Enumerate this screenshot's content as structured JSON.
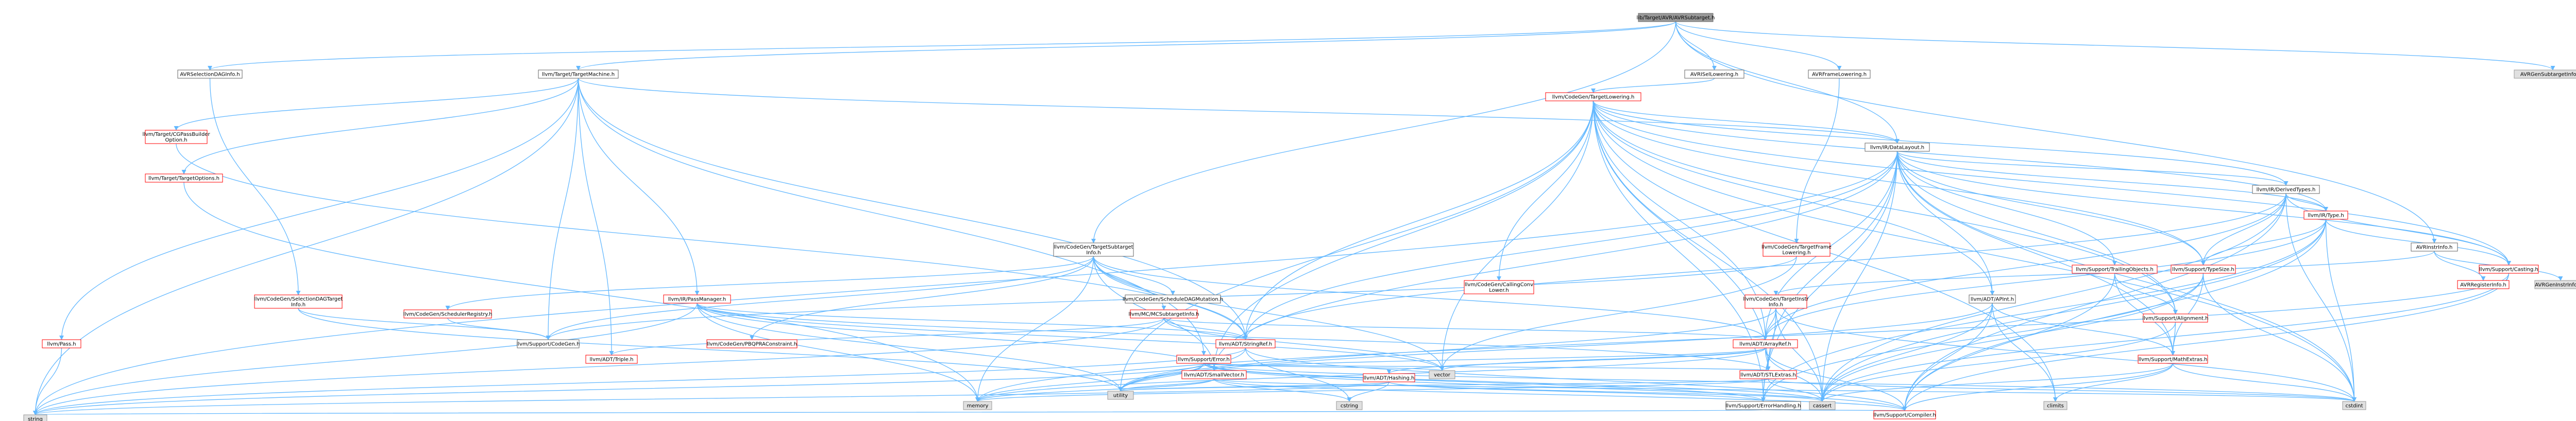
{
  "graph": {
    "nodes": [
      {
        "id": "root",
        "label": "lib/Target/AVR/AVRSubtarget.h",
        "style": "root"
      },
      {
        "id": "seldag",
        "label": "AVRSelectionDAGInfo.h",
        "style": "blk"
      },
      {
        "id": "tm",
        "label": "llvm/Target/TargetMachine.h",
        "style": "blk"
      },
      {
        "id": "isel",
        "label": "AVRISelLowering.h",
        "style": "blk"
      },
      {
        "id": "frame",
        "label": "AVRFrameLowering.h",
        "style": "blk"
      },
      {
        "id": "genst",
        "label": "AVRGenSubtargetInfo.inc",
        "style": "std"
      },
      {
        "id": "cgtl",
        "label": "llvm/CodeGen/TargetLowering.h",
        "style": "red"
      },
      {
        "id": "dl",
        "label": "llvm/IR/DataLayout.h",
        "style": "blk"
      },
      {
        "id": "tsi",
        "label": "llvm/CodeGen/TargetSubtarget\nInfo.h",
        "style": "blk"
      },
      {
        "id": "instr",
        "label": "AVRInstrInfo.h",
        "style": "blk"
      },
      {
        "id": "cgpb",
        "label": "llvm/Target/CGPassBuilder\nOption.h",
        "style": "red"
      },
      {
        "id": "tgopt",
        "label": "llvm/Target/TargetOptions.h",
        "style": "red"
      },
      {
        "id": "sdtgt",
        "label": "llvm/CodeGen/SelectionDAGTarget\nInfo.h",
        "style": "red"
      },
      {
        "id": "pass",
        "label": "llvm/Pass.h",
        "style": "red"
      },
      {
        "id": "irpm",
        "label": "llvm/IR/PassManager.h",
        "style": "red"
      },
      {
        "id": "pbqp",
        "label": "llvm/CodeGen/PBQPRAConstraint.h",
        "style": "red"
      },
      {
        "id": "schedreg",
        "label": "llvm/CodeGen/SchedulerRegistry.h",
        "style": "red"
      },
      {
        "id": "codegen",
        "label": "llvm/Support/CodeGen.h",
        "style": "blk"
      },
      {
        "id": "triple",
        "label": "llvm/ADT/Triple.h",
        "style": "red"
      },
      {
        "id": "schedmut",
        "label": "llvm/CodeGen/ScheduleDAGMutation.h",
        "style": "blk"
      },
      {
        "id": "mcsti",
        "label": "llvm/MC/MCSubtargetInfo.h",
        "style": "red"
      },
      {
        "id": "stringref",
        "label": "llvm/ADT/StringRef.h",
        "style": "red"
      },
      {
        "id": "callconv",
        "label": "llvm/CodeGen/CallingConv\nLower.h",
        "style": "red"
      },
      {
        "id": "tfl",
        "label": "llvm/CodeGen/TargetFrame\nLowering.h",
        "style": "red"
      },
      {
        "id": "tii",
        "label": "llvm/CodeGen/TargetInstr\nInfo.h",
        "style": "red"
      },
      {
        "id": "arrayref",
        "label": "llvm/ADT/ArrayRef.h",
        "style": "red"
      },
      {
        "id": "error",
        "label": "llvm/Support/Error.h",
        "style": "red"
      },
      {
        "id": "hashing",
        "label": "llvm/ADT/Hashing.h",
        "style": "red"
      },
      {
        "id": "smallvec",
        "label": "llvm/ADT/SmallVector.h",
        "style": "red"
      },
      {
        "id": "stlextras",
        "label": "llvm/ADT/STLExtras.h",
        "style": "red"
      },
      {
        "id": "errh",
        "label": "llvm/Support/ErrorHandling.h",
        "style": "blk"
      },
      {
        "id": "compiler",
        "label": "llvm/Support/Compiler.h",
        "style": "red"
      },
      {
        "id": "aptint",
        "label": "llvm/ADT/APInt.h",
        "style": "blk"
      },
      {
        "id": "derived",
        "label": "llvm/IR/DerivedTypes.h",
        "style": "blk"
      },
      {
        "id": "type",
        "label": "llvm/IR/Type.h",
        "style": "red"
      },
      {
        "id": "typesize",
        "label": "llvm/Support/TypeSize.h",
        "style": "red"
      },
      {
        "id": "casting",
        "label": "llvm/Support/Casting.h",
        "style": "red"
      },
      {
        "id": "trailing",
        "label": "llvm/Support/TrailingObjects.h",
        "style": "red"
      },
      {
        "id": "align",
        "label": "llvm/Support/Alignment.h",
        "style": "red"
      },
      {
        "id": "mathextras",
        "label": "llvm/Support/MathExtras.h",
        "style": "red"
      },
      {
        "id": "reginfo",
        "label": "AVRRegisterInfo.h",
        "style": "red"
      },
      {
        "id": "geninstr",
        "label": "AVRGenInstrInfo.inc",
        "style": "std"
      },
      {
        "id": "vector",
        "label": "vector",
        "style": "std"
      },
      {
        "id": "utility",
        "label": "utility",
        "style": "std"
      },
      {
        "id": "memory",
        "label": "memory",
        "style": "std"
      },
      {
        "id": "string",
        "label": "string",
        "style": "std"
      },
      {
        "id": "cstring",
        "label": "cstring",
        "style": "std"
      },
      {
        "id": "cassert",
        "label": "cassert",
        "style": "std"
      },
      {
        "id": "climits",
        "label": "climits",
        "style": "std"
      },
      {
        "id": "cstdint",
        "label": "cstdint",
        "style": "std"
      }
    ],
    "edges": [
      [
        "root",
        "seldag"
      ],
      [
        "root",
        "tm"
      ],
      [
        "root",
        "isel"
      ],
      [
        "root",
        "frame"
      ],
      [
        "root",
        "genst"
      ],
      [
        "root",
        "tsi"
      ],
      [
        "root",
        "dl"
      ],
      [
        "root",
        "instr"
      ],
      [
        "seldag",
        "sdtgt"
      ],
      [
        "tm",
        "cgpb"
      ],
      [
        "tm",
        "tgopt"
      ],
      [
        "tm",
        "pass"
      ],
      [
        "tm",
        "irpm"
      ],
      [
        "tm",
        "codegen"
      ],
      [
        "tm",
        "triple"
      ],
      [
        "tm",
        "error"
      ],
      [
        "tm",
        "stringref"
      ],
      [
        "tm",
        "dl"
      ],
      [
        "tm",
        "string"
      ],
      [
        "isel",
        "cgtl"
      ],
      [
        "frame",
        "tfl"
      ],
      [
        "cgtl",
        "dl"
      ],
      [
        "cgtl",
        "arrayref"
      ],
      [
        "cgtl",
        "stringref"
      ],
      [
        "cgtl",
        "smallvec"
      ],
      [
        "cgtl",
        "stlextras"
      ],
      [
        "cgtl",
        "derived"
      ],
      [
        "cgtl",
        "type"
      ],
      [
        "cgtl",
        "casting"
      ],
      [
        "cgtl",
        "align"
      ],
      [
        "cgtl",
        "errh"
      ],
      [
        "cgtl",
        "callconv"
      ],
      [
        "cgtl",
        "vector"
      ],
      [
        "cgtl",
        "utility"
      ],
      [
        "cgtl",
        "climits"
      ],
      [
        "cgtl",
        "cstdint"
      ],
      [
        "cgtl",
        "cassert"
      ],
      [
        "cgtl",
        "typesize"
      ],
      [
        "cgtl",
        "aptint"
      ],
      [
        "dl",
        "aptint"
      ],
      [
        "dl",
        "arrayref"
      ],
      [
        "dl",
        "stringref"
      ],
      [
        "dl",
        "derived"
      ],
      [
        "dl",
        "type"
      ],
      [
        "dl",
        "casting"
      ],
      [
        "dl",
        "align"
      ],
      [
        "dl",
        "mathextras"
      ],
      [
        "dl",
        "trailing"
      ],
      [
        "dl",
        "typesize"
      ],
      [
        "dl",
        "errh"
      ],
      [
        "dl",
        "smallvec"
      ],
      [
        "dl",
        "stlextras"
      ],
      [
        "dl",
        "cassert"
      ],
      [
        "dl",
        "cstdint"
      ],
      [
        "dl",
        "string"
      ],
      [
        "tsi",
        "mcsti"
      ],
      [
        "tsi",
        "schedmut"
      ],
      [
        "tsi",
        "schedreg"
      ],
      [
        "tsi",
        "pbqp"
      ],
      [
        "tsi",
        "codegen"
      ],
      [
        "tsi",
        "arrayref"
      ],
      [
        "tsi",
        "smallvec"
      ],
      [
        "tsi",
        "stringref"
      ],
      [
        "tsi",
        "memory"
      ],
      [
        "tsi",
        "vector"
      ],
      [
        "instr",
        "tii"
      ],
      [
        "instr",
        "reginfo"
      ],
      [
        "instr",
        "geninstr"
      ],
      [
        "sdtgt",
        "codegen"
      ],
      [
        "sdtgt",
        "utility"
      ],
      [
        "cgpb",
        "stringref"
      ],
      [
        "tgopt",
        "memory"
      ],
      [
        "pass",
        "string"
      ],
      [
        "irpm",
        "stringref"
      ],
      [
        "irpm",
        "smallvec"
      ],
      [
        "irpm",
        "stlextras"
      ],
      [
        "irpm",
        "memory"
      ],
      [
        "irpm",
        "vector"
      ],
      [
        "irpm",
        "utility"
      ],
      [
        "irpm",
        "string"
      ],
      [
        "schedreg",
        "codegen"
      ],
      [
        "mcsti",
        "arrayref"
      ],
      [
        "mcsti",
        "stringref"
      ],
      [
        "mcsti",
        "triple"
      ],
      [
        "mcsti",
        "string"
      ],
      [
        "mcsti",
        "vector"
      ],
      [
        "stringref",
        "compiler"
      ],
      [
        "stringref",
        "string"
      ],
      [
        "stringref",
        "utility"
      ],
      [
        "stringref",
        "cstring"
      ],
      [
        "tfl",
        "codegen"
      ],
      [
        "tfl",
        "vector"
      ],
      [
        "tii",
        "arrayref"
      ],
      [
        "tii",
        "errh"
      ],
      [
        "tii",
        "utility"
      ],
      [
        "tii",
        "cstdint"
      ],
      [
        "tii",
        "cassert"
      ],
      [
        "arrayref",
        "hashing"
      ],
      [
        "arrayref",
        "smallvec"
      ],
      [
        "arrayref",
        "stlextras"
      ],
      [
        "arrayref",
        "compiler"
      ],
      [
        "arrayref",
        "vector"
      ],
      [
        "arrayref",
        "memory"
      ],
      [
        "arrayref",
        "cassert"
      ],
      [
        "error",
        "errh"
      ],
      [
        "error",
        "compiler"
      ],
      [
        "error",
        "utility"
      ],
      [
        "error",
        "memory"
      ],
      [
        "error",
        "string"
      ],
      [
        "error",
        "vector"
      ],
      [
        "error",
        "cassert"
      ],
      [
        "error",
        "cstdint"
      ],
      [
        "error",
        "stlextras"
      ],
      [
        "hashing",
        "errh"
      ],
      [
        "hashing",
        "string"
      ],
      [
        "hashing",
        "utility"
      ],
      [
        "hashing",
        "cstring"
      ],
      [
        "hashing",
        "cassert"
      ],
      [
        "smallvec",
        "compiler"
      ],
      [
        "smallvec",
        "utility"
      ],
      [
        "smallvec",
        "memory"
      ],
      [
        "smallvec",
        "cstring"
      ],
      [
        "smallvec",
        "cstdint"
      ],
      [
        "stlextras",
        "cassert"
      ],
      [
        "stlextras",
        "utility"
      ],
      [
        "stlextras",
        "cstdint"
      ],
      [
        "stlextras",
        "memory"
      ],
      [
        "errh",
        "compiler"
      ],
      [
        "errh",
        "string"
      ],
      [
        "aptint",
        "mathextras"
      ],
      [
        "aptint",
        "compiler"
      ],
      [
        "aptint",
        "cassert"
      ],
      [
        "aptint",
        "climits"
      ],
      [
        "aptint",
        "utility"
      ],
      [
        "derived",
        "type"
      ],
      [
        "derived",
        "casting"
      ],
      [
        "derived",
        "typesize"
      ],
      [
        "derived",
        "arrayref"
      ],
      [
        "derived",
        "stringref"
      ],
      [
        "derived",
        "compiler"
      ],
      [
        "derived",
        "cassert"
      ],
      [
        "derived",
        "cstdint"
      ],
      [
        "type",
        "casting"
      ],
      [
        "type",
        "typesize"
      ],
      [
        "type",
        "errh"
      ],
      [
        "type",
        "arrayref"
      ],
      [
        "type",
        "compiler"
      ],
      [
        "type",
        "cassert"
      ],
      [
        "type",
        "cstdint"
      ],
      [
        "typesize",
        "mathextras"
      ],
      [
        "typesize",
        "errh"
      ],
      [
        "typesize",
        "cassert"
      ],
      [
        "typesize",
        "cstdint"
      ],
      [
        "casting",
        "compiler"
      ],
      [
        "casting",
        "cassert"
      ],
      [
        "casting",
        "memory"
      ],
      [
        "trailing",
        "align"
      ],
      [
        "trailing",
        "mathextras"
      ],
      [
        "trailing",
        "compiler"
      ],
      [
        "align",
        "mathextras"
      ],
      [
        "align",
        "cassert"
      ],
      [
        "mathextras",
        "compiler"
      ],
      [
        "mathextras",
        "cassert"
      ],
      [
        "mathextras",
        "climits"
      ],
      [
        "mathextras",
        "cstdint"
      ]
    ]
  }
}
